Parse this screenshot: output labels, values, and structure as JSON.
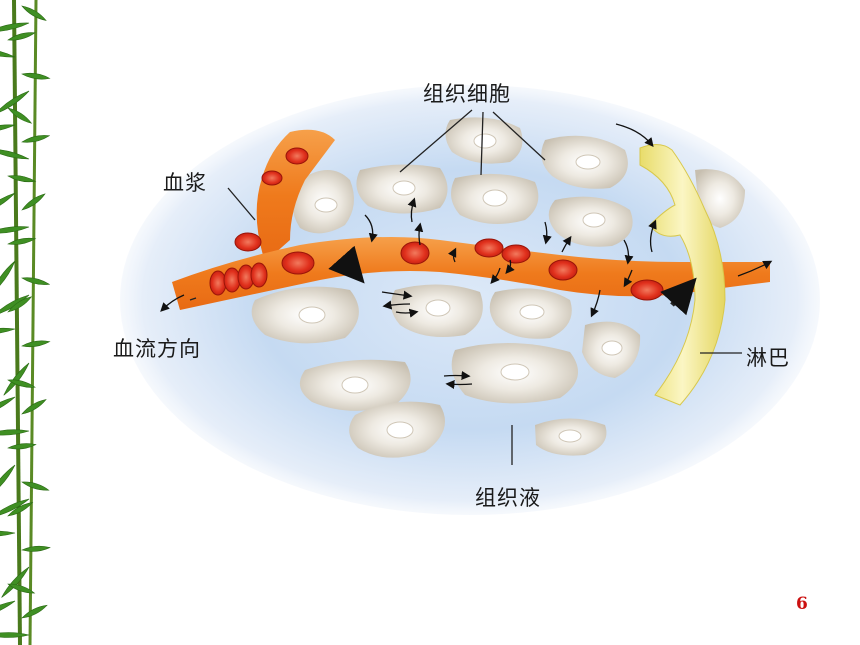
{
  "diagram": {
    "labels": {
      "tissue_cells": "组织细胞",
      "plasma": "血浆",
      "blood_flow_direction": "血流方向",
      "lymph": "淋巴",
      "tissue_fluid": "组织液"
    },
    "colors": {
      "background_fluid": "#c5daf2",
      "blood_vessel": "#f07a1e",
      "red_blood_cell": "#e0301c",
      "lymph_vessel": "#f2ea8a",
      "tissue_cell": "#d9d2c5",
      "bamboo": "#3f8f23"
    }
  },
  "page_number": "6"
}
